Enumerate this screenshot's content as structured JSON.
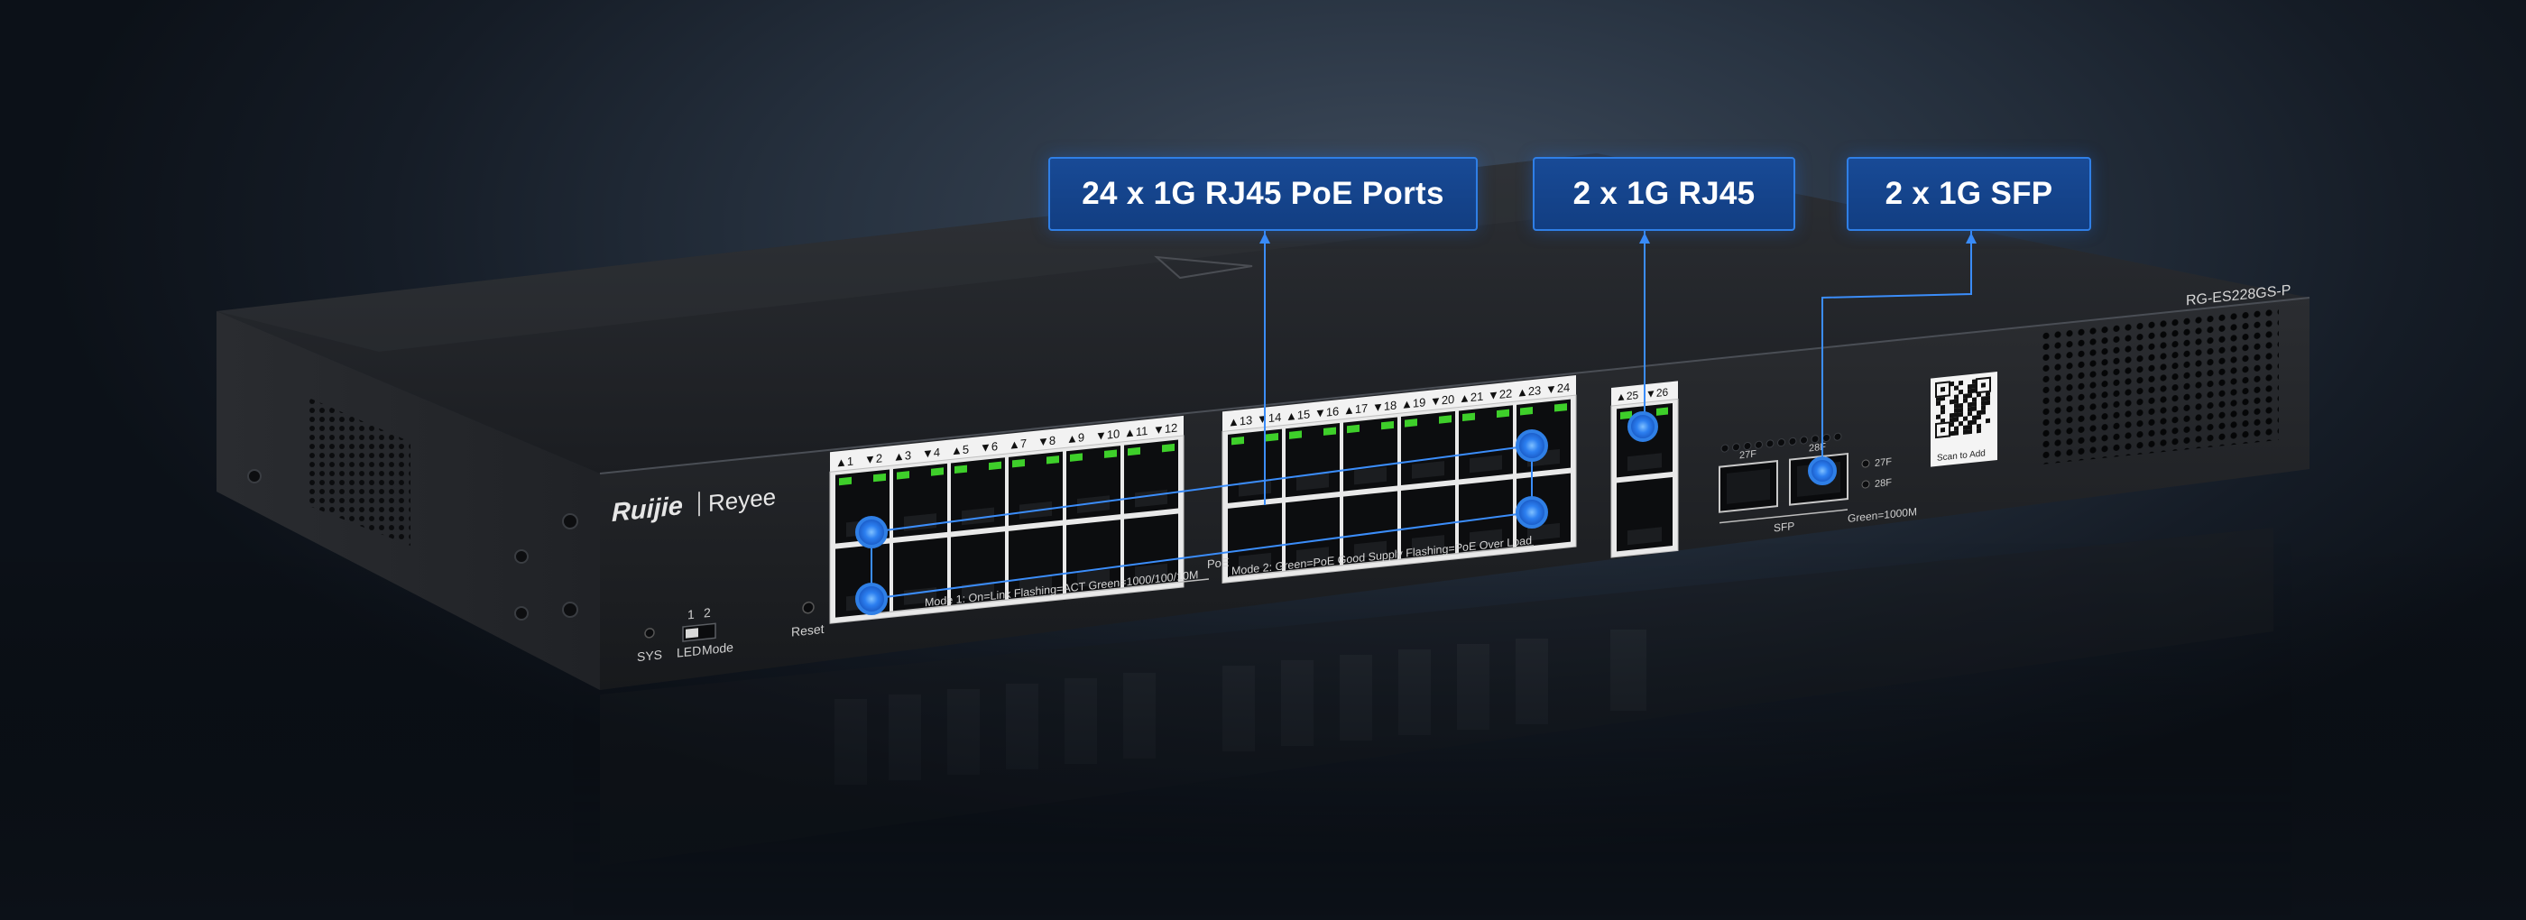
{
  "callouts": {
    "poe_ports": "24 x 1G RJ45 PoE Ports",
    "uplink_rj45": "2 x 1G RJ45",
    "uplink_sfp": "2 x 1G SFP"
  },
  "device": {
    "model": "RG-ES228GS-P",
    "brand_main": "Ruijie",
    "brand_sub": "Reyee",
    "port_numbers_top": [
      "1",
      "2",
      "3",
      "4",
      "5",
      "6",
      "7",
      "8",
      "9",
      "10",
      "11",
      "12",
      "13",
      "14",
      "15",
      "16",
      "17",
      "18",
      "19",
      "20",
      "21",
      "22",
      "23",
      "24"
    ],
    "uplink_port_labels": [
      "25",
      "26"
    ],
    "sfp_labels": [
      "27F",
      "28F"
    ],
    "sfp_group_label": "SFP",
    "sfp_led_labels": [
      "27F",
      "28F"
    ],
    "sfp_led_note": "Green=1000M",
    "qr_caption": "Scan to Add",
    "sys_label": "SYS",
    "led_label": "LED",
    "mode_label": "Mode",
    "mode_switch_numbers": [
      "1",
      "2"
    ],
    "reset_label": "Reset",
    "mode1_text": "Mode 1: On=Link  Flashing=ACT  Green=1000/100/10M",
    "poe_text": "PoE",
    "mode2_text": "Mode 2: Green=PoE Good Supply  Flashing=PoE Over Load"
  },
  "colors": {
    "accent": "#2f7fe6",
    "callout_fill": "#164690",
    "led_green": "#3ecf2a",
    "chassis": "#1f2125"
  }
}
